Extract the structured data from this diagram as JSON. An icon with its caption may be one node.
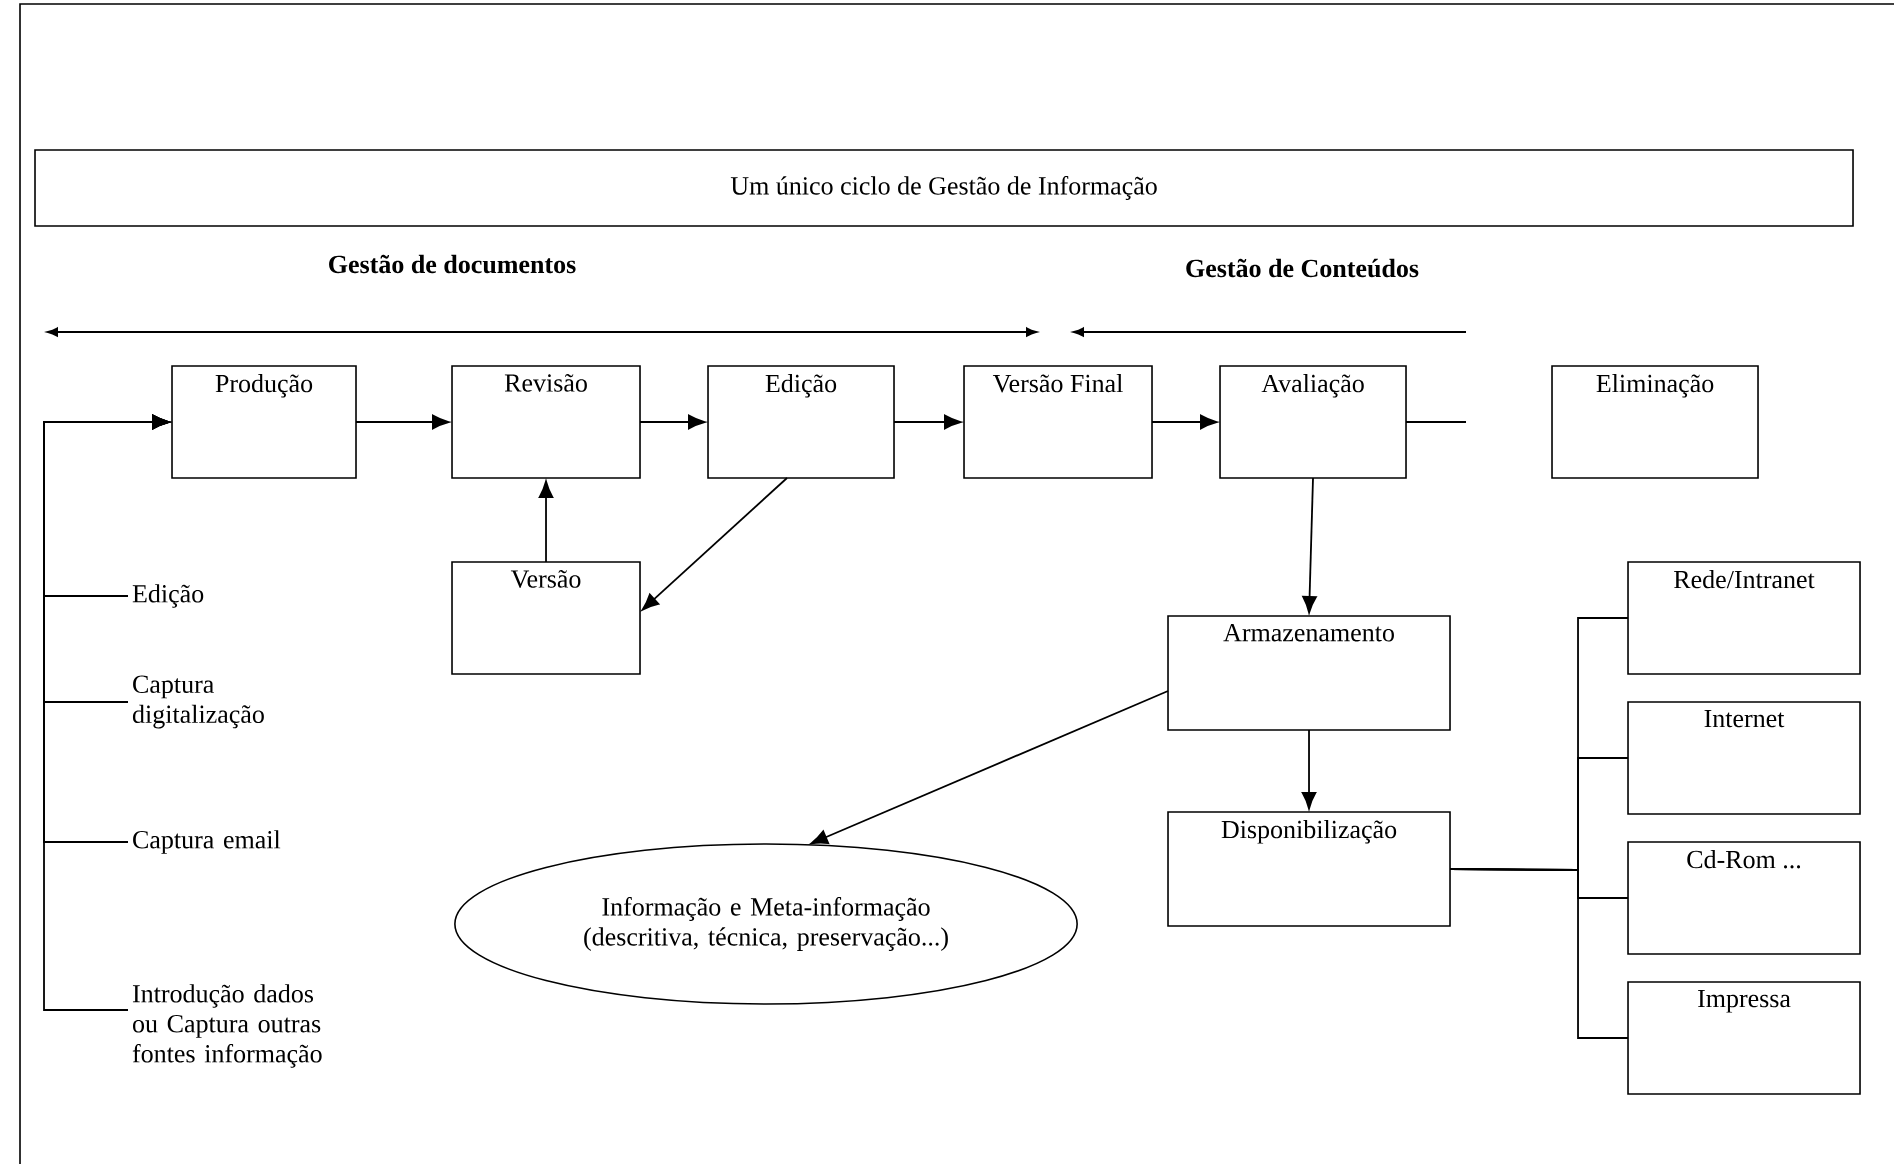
{
  "diagram": {
    "title": "Um único ciclo de Gestão de Informação",
    "nodes": [
      {
        "text": [
          "Produção"
        ]
      },
      {
        "text": [
          "Revisão"
        ]
      },
      {
        "text": [
          "Edição"
        ]
      },
      {
        "text": [
          "Versão Final"
        ]
      },
      {
        "text": [
          "Avaliação"
        ]
      },
      {
        "text": [
          "Eliminação"
        ]
      },
      {
        "text": [
          "Versão"
        ]
      },
      {
        "text": [
          "Edição"
        ]
      },
      {
        "text": [
          "Captura digitalização"
        ]
      },
      {
        "text": [
          "Captura email"
        ]
      },
      {
        "text": [
          "Introdução dados ou Captura outras fontes informação"
        ]
      },
      {
        "text": [
          "Armazenamento"
        ]
      },
      {
        "text": [
          "Informação e Meta-informação (descritiva, técnica, preservação...)"
        ]
      },
      {
        "text": [
          "Disponibilização"
        ]
      },
      {
        "text": [
          "Rede/Intranet"
        ]
      },
      {
        "text": [
          "Internet"
        ]
      },
      {
        "text": [
          "Cd-Rom ..."
        ]
      },
      {
        "text": [
          "Impressa"
        ]
      }
    ],
    "edges": [
      {
        "from": 0,
        "to": 1,
        "arrow": "to"
      },
      {
        "from": 1,
        "to": 2,
        "arrow": "to"
      },
      {
        "from": 2,
        "to": 3,
        "arrow": "to"
      },
      {
        "from": 3,
        "to": 4,
        "arrow": "to"
      },
      {
        "from": 4,
        "to": null,
        "arrow": "none"
      },
      {
        "from": 6,
        "to": 1,
        "arrow": "to"
      },
      {
        "from": 2,
        "to": 6,
        "arrow": "to"
      },
      {
        "from": 4,
        "to": 11,
        "arrow": "to"
      },
      {
        "from": 11,
        "to": 13,
        "arrow": "to"
      },
      {
        "from": 11,
        "to": 12,
        "arrow": "to"
      },
      {
        "from": 13,
        "to": 14,
        "arrow": "none"
      },
      {
        "from": 13,
        "to": 15,
        "arrow": "none"
      },
      {
        "from": 13,
        "to": 16,
        "arrow": "none"
      },
      {
        "from": 13,
        "to": 17,
        "arrow": "none"
      },
      {
        "from": 7,
        "to": 0,
        "arrow": "to"
      },
      {
        "from": 8,
        "to": 0,
        "arrow": "to"
      },
      {
        "from": 9,
        "to": 0,
        "arrow": "to"
      },
      {
        "from": 10,
        "to": 0,
        "arrow": "to"
      }
    ],
    "labels": [
      "Gestão de documentos",
      "Gestão de Conteúdos"
    ]
  }
}
